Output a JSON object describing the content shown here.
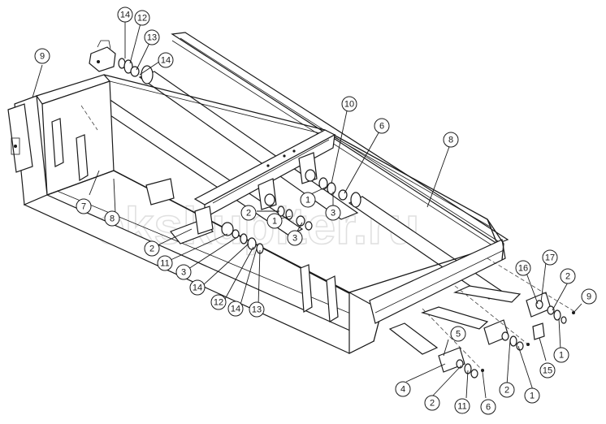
{
  "watermark": "ekskupiter.ru",
  "colors": {
    "line": "#1a1a1a",
    "watermark": "#c8c8c8",
    "background": "#ffffff"
  },
  "callouts": [
    {
      "label": "14"
    },
    {
      "label": "12"
    },
    {
      "label": "13"
    },
    {
      "label": "14"
    },
    {
      "label": "9"
    },
    {
      "label": "10"
    },
    {
      "label": "6"
    },
    {
      "label": "8"
    },
    {
      "label": "1"
    },
    {
      "label": "2"
    },
    {
      "label": "1"
    },
    {
      "label": "3"
    },
    {
      "label": "3"
    },
    {
      "label": "7"
    },
    {
      "label": "8"
    },
    {
      "label": "2"
    },
    {
      "label": "11"
    },
    {
      "label": "3"
    },
    {
      "label": "14"
    },
    {
      "label": "12"
    },
    {
      "label": "14"
    },
    {
      "label": "13"
    },
    {
      "label": "17"
    },
    {
      "label": "16"
    },
    {
      "label": "2"
    },
    {
      "label": "9"
    },
    {
      "label": "1"
    },
    {
      "label": "15"
    },
    {
      "label": "5"
    },
    {
      "label": "4"
    },
    {
      "label": "2"
    },
    {
      "label": "11"
    },
    {
      "label": "6"
    },
    {
      "label": "2"
    },
    {
      "label": "1"
    }
  ]
}
